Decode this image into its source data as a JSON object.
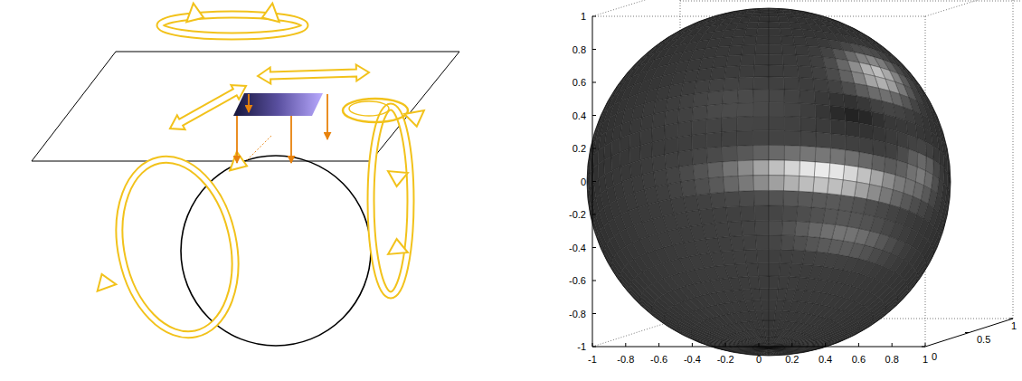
{
  "diagram": {
    "labels": [
      "1",
      "0.8",
      "0.6",
      "0.4",
      "0.2",
      "0",
      "-0.2",
      "-0.4",
      "-0.6",
      "-0.8",
      "-1",
      "-1",
      "-0.8",
      "-0.6",
      "-0.4",
      "-0.2",
      "0",
      "0.2",
      "0.4",
      "0.6",
      "0.8",
      "1",
      "1",
      "0.5",
      "0"
    ]
  }
}
